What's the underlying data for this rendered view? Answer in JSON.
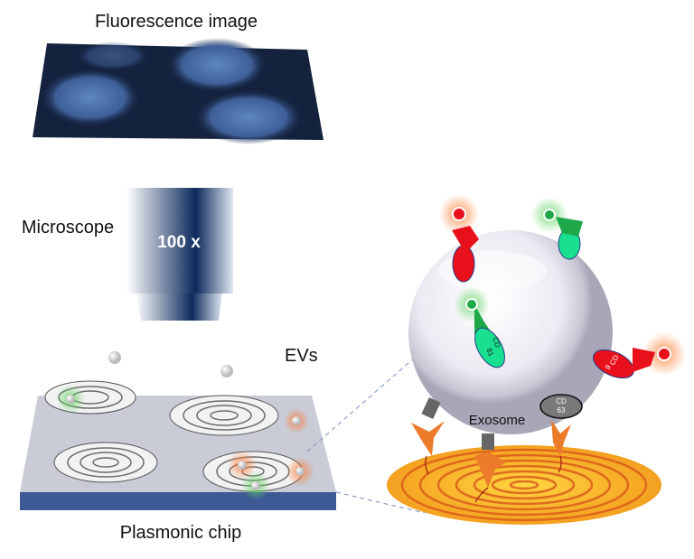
{
  "labels": {
    "fluorescence_title": "Fluorescence image",
    "microscope": "Microscope",
    "magnification": "100 x",
    "evs": "EVs",
    "chip": "Plasmonic chip",
    "exosome": "Exosome"
  },
  "markers": {
    "cd81": {
      "line1": "CD",
      "line2": "81",
      "color": "#19e08f"
    },
    "cd9": {
      "line1": "CD",
      "line2": "9",
      "color": "#e8101a"
    },
    "cd63": {
      "line1": "CD",
      "line2": "63",
      "color": "#7a7878"
    }
  },
  "colors": {
    "antibody_green": "#1fa84a",
    "antibody_red": "#e8101a",
    "antibody_orange": "#ec7b2c",
    "chip_side": "#3d5a95",
    "objective_dark": "#0c2a5c"
  }
}
